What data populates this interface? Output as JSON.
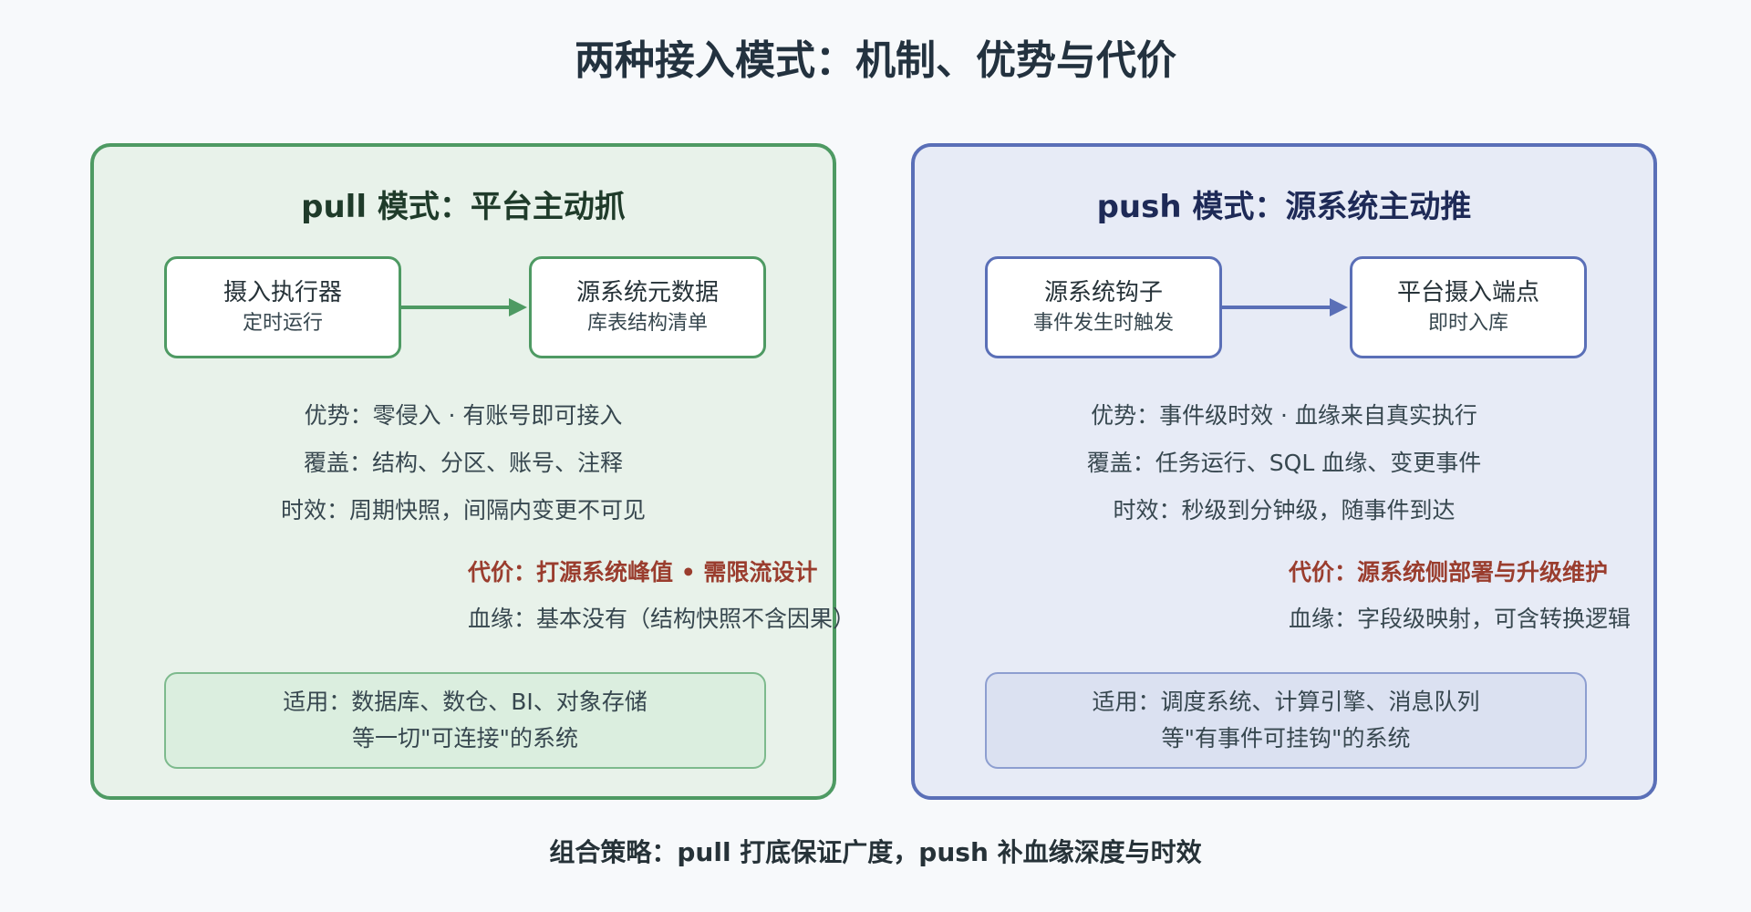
{
  "title": "两种接入模式：机制、优势与代价",
  "pull": {
    "title": "pull 模式：平台主动抓",
    "node_a": {
      "label": "摄入执行器",
      "sub": "定时运行"
    },
    "node_b": {
      "label": "源系统元数据",
      "sub": "库表结构清单"
    },
    "advantage": "优势：零侵入 · 有账号即可接入",
    "coverage": "覆盖：结构、分区、账号、注释",
    "timeliness": "时效：周期快照，间隔内变更不可见",
    "cost": "代价：打源系统峰值 • 需限流设计",
    "lineage": "血缘：基本没有（结构快照不含因果）",
    "apply_line1": "适用：数据库、数仓、BI、对象存储",
    "apply_line2": "等一切\"可连接\"的系统"
  },
  "push": {
    "title": "push 模式：源系统主动推",
    "node_a": {
      "label": "源系统钩子",
      "sub": "事件发生时触发"
    },
    "node_b": {
      "label": "平台摄入端点",
      "sub": "即时入库"
    },
    "advantage": "优势：事件级时效 · 血缘来自真实执行",
    "coverage": "覆盖：任务运行、SQL 血缘、变更事件",
    "timeliness": "时效：秒级到分钟级，随事件到达",
    "cost": "代价：源系统侧部署与升级维护",
    "lineage": "血缘：字段级映射，可含转换逻辑",
    "apply_line1": "适用：调度系统、计算引擎、消息队列",
    "apply_line2": "等\"有事件可挂钩\"的系统"
  },
  "footer": "组合策略：pull 打底保证广度，push 补血缘深度与时效",
  "colors": {
    "pull_accent": "#4e9a63",
    "push_accent": "#5a6fb7",
    "cost_text": "#9a3d2e"
  }
}
